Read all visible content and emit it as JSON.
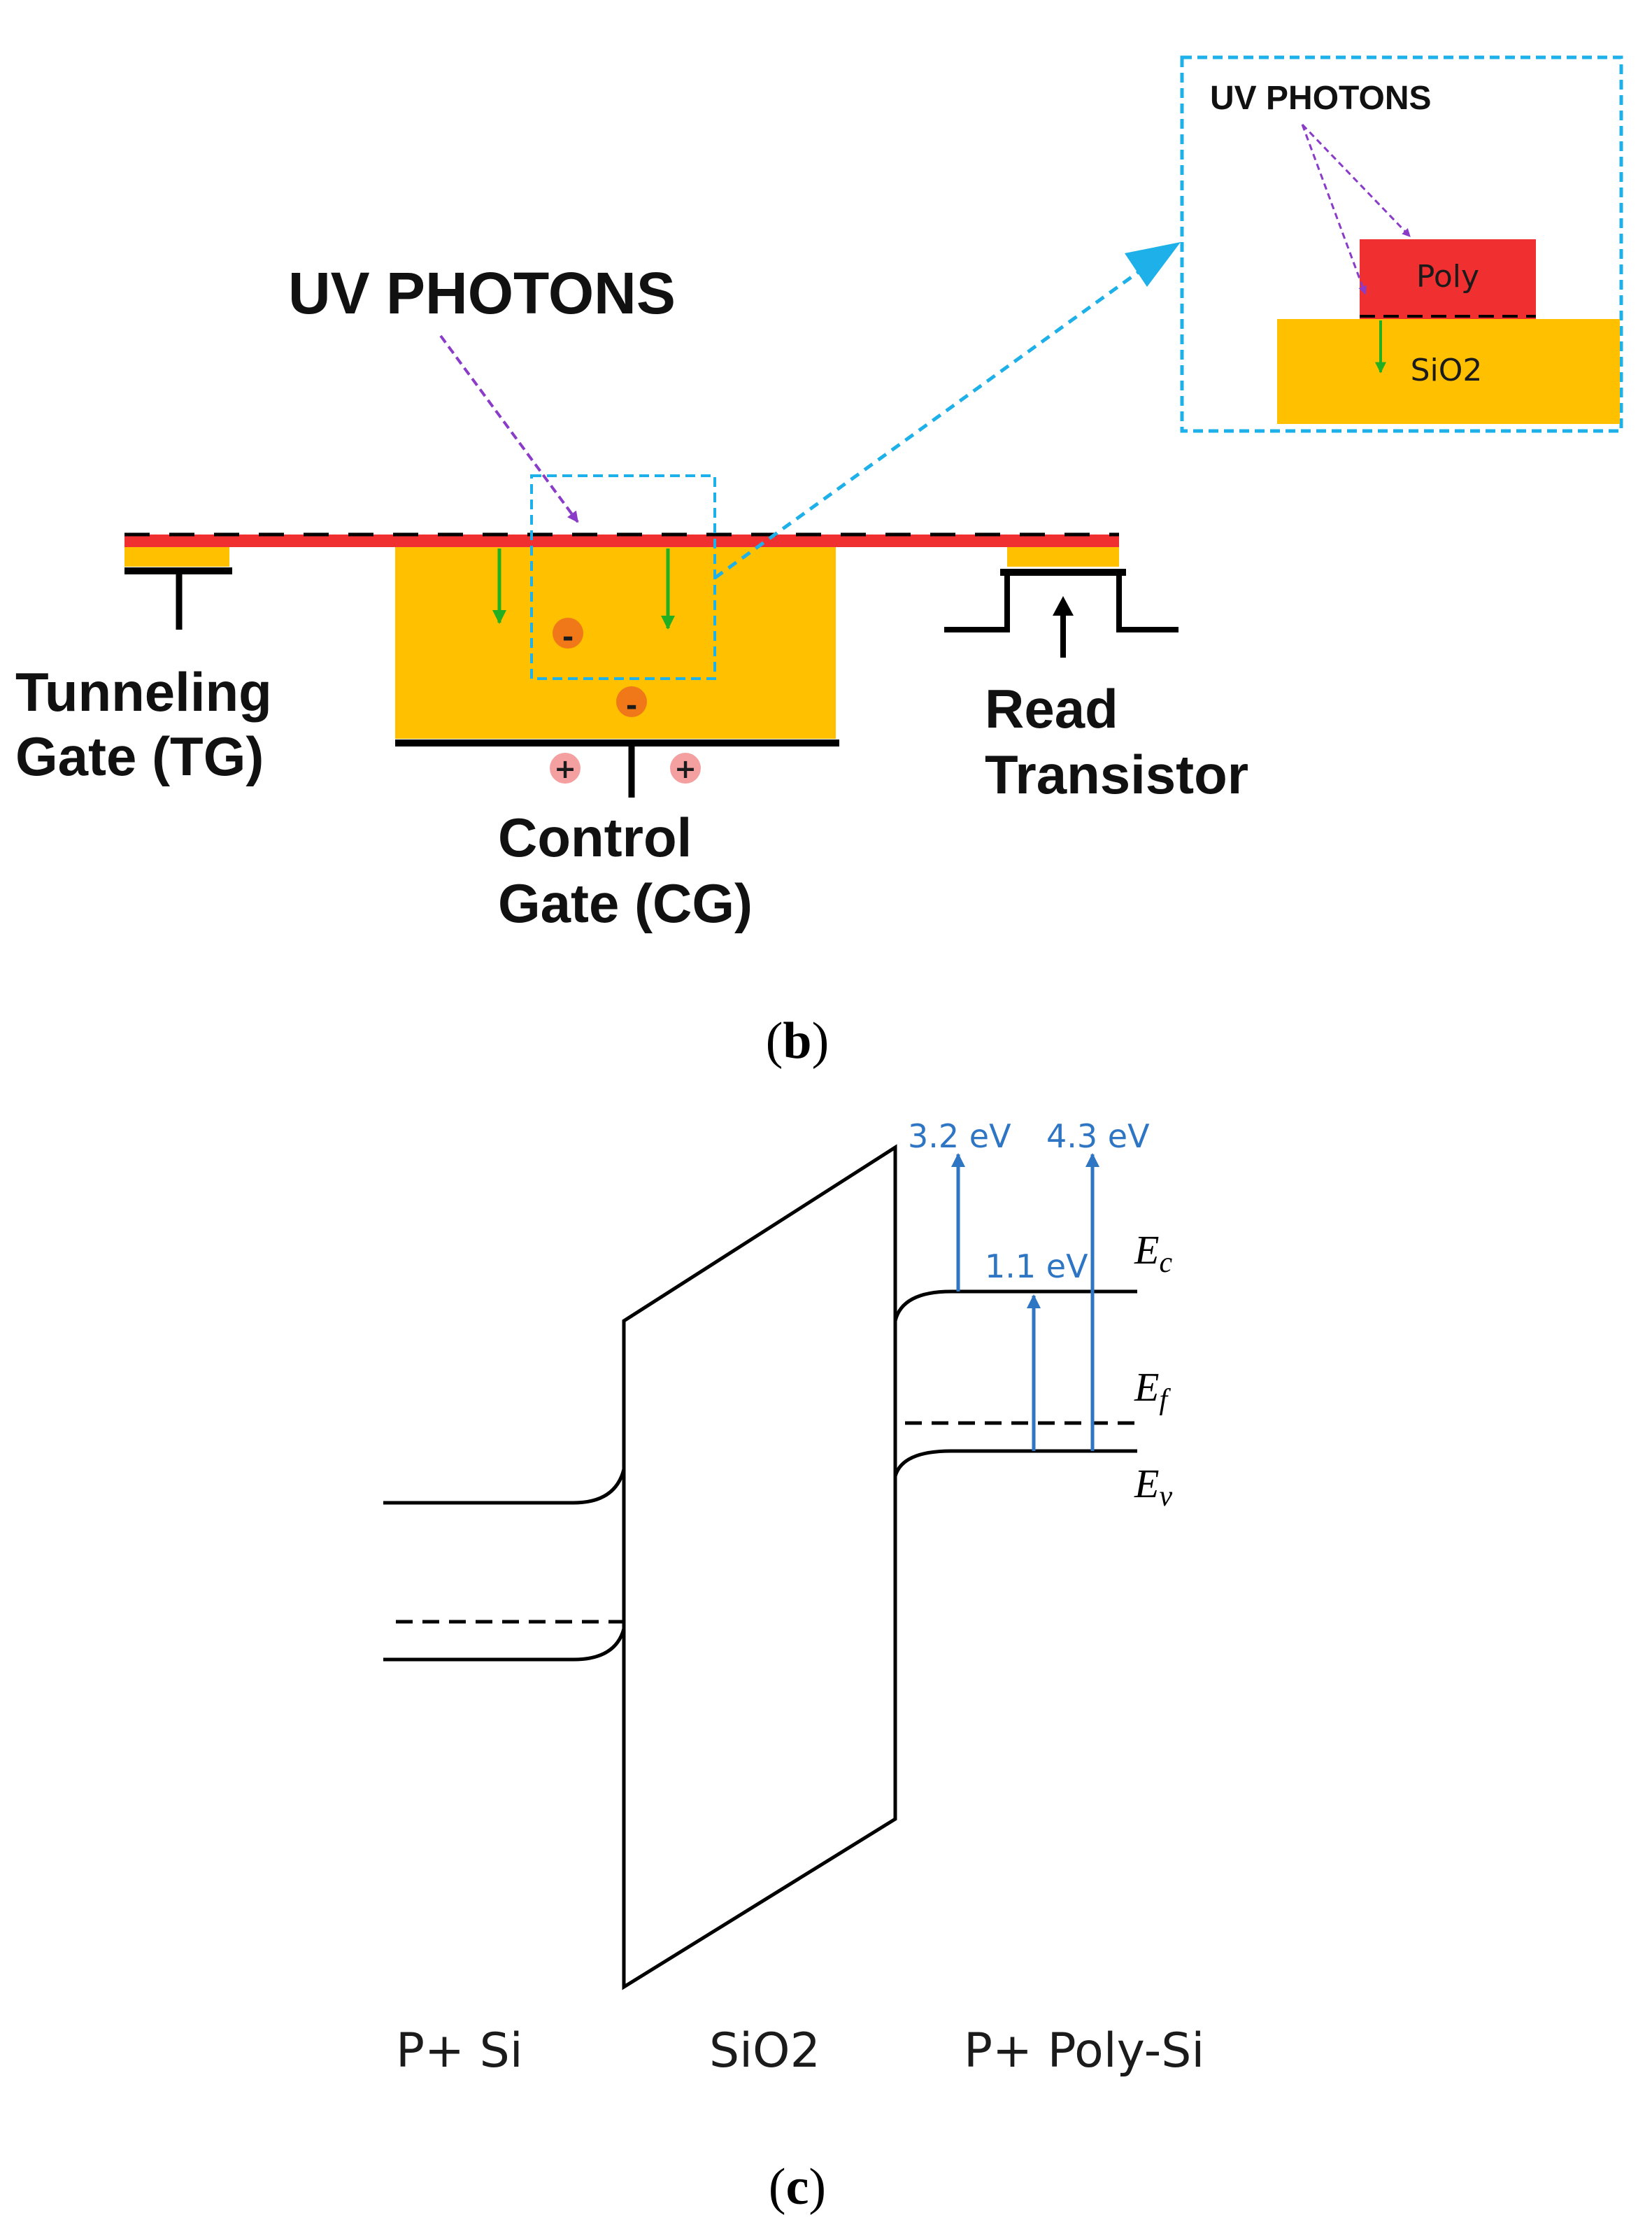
{
  "panel_b": {
    "caption_letter": "b",
    "uv_photons_label": "UV PHOTONS",
    "inset": {
      "uv_photons_label": "UV PHOTONS",
      "poly_label": "Poly",
      "oxide_label": "SiO2"
    },
    "tunneling_gate_line1": "Tunneling",
    "tunneling_gate_line2": "Gate (TG)",
    "control_gate_line1": "Control",
    "control_gate_line2": "Gate (CG)",
    "read_transistor_line1": "Read",
    "read_transistor_line2": "Transistor",
    "electron_symbol": "-",
    "hole_symbol": "+"
  },
  "panel_c": {
    "caption_letter": "c",
    "energy_gaps": {
      "gap_3_2": "3.2 eV",
      "gap_4_3": "4.3 eV",
      "gap_1_1": "1.1 eV"
    },
    "band_labels": {
      "ec_base": "E",
      "ec_sub": "c",
      "ef_base": "E",
      "ef_sub": "f",
      "ev_base": "E",
      "ev_sub": "v"
    },
    "regions": {
      "left": "P+ Si",
      "middle": "SiO2",
      "right": "P+ Poly-Si"
    }
  },
  "colors": {
    "poly_red": "#f03030",
    "oxide_yellow": "#ffc000",
    "inset_cyan": "#1eb0e8",
    "photon_purple": "#8a3cc8",
    "field_green": "#22b022",
    "electron_orange": "#f07818",
    "hole_pink": "#f5a0a0",
    "energy_blue": "#2e75c4"
  }
}
